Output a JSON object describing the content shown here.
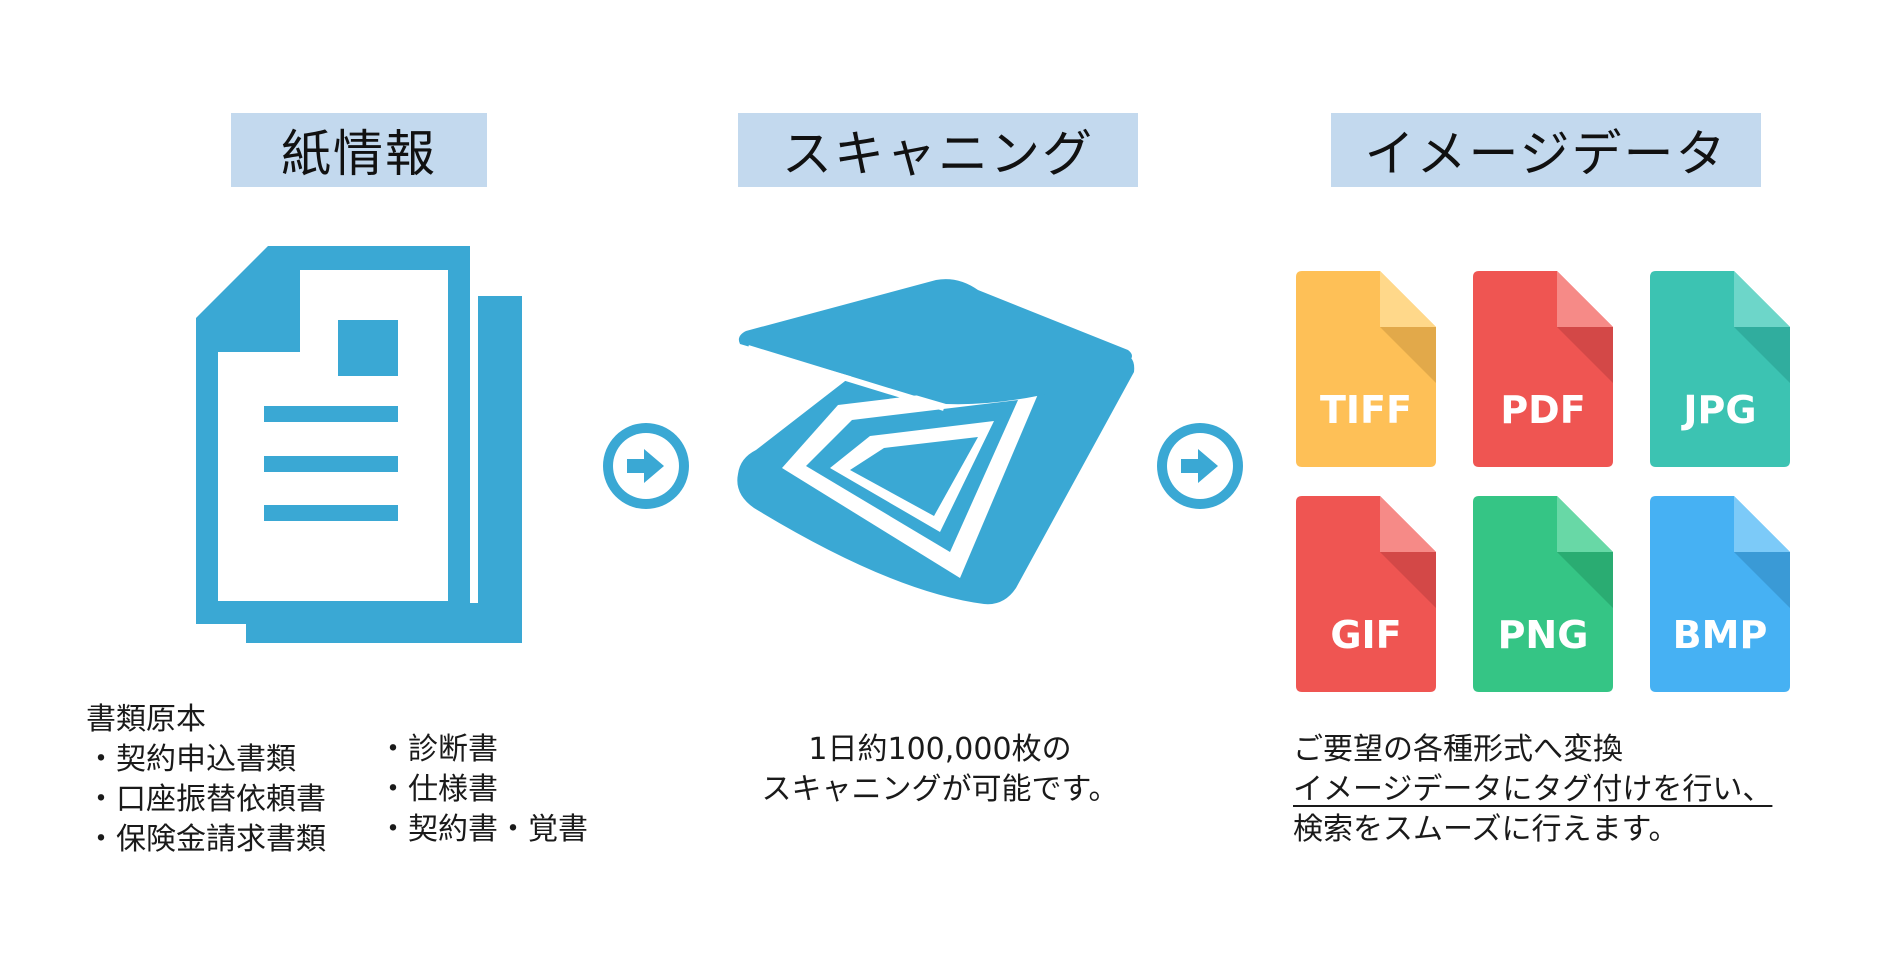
{
  "headings": {
    "paper": "紙情報",
    "scanning": "スキャニング",
    "image_data": "イメージデータ"
  },
  "paper_info": {
    "title": "書類原本",
    "items_left": [
      "・契約申込書類",
      "・口座振替依頼書",
      "・保険金請求書類"
    ],
    "items_right": [
      "・診断書",
      "・仕様書",
      "・契約書・覚書"
    ]
  },
  "scanning_info": {
    "line1": "1日約100,000枚の",
    "line2": "スキャニングが可能です。"
  },
  "image_info": {
    "line1": "ご要望の各種形式へ変換",
    "line2": "イメージデータにタグ付けを行い、",
    "line3": "検索をスムーズに行えます。"
  },
  "formats": [
    {
      "label": "TIFF",
      "color": "#fec057",
      "fold": "#ffd88a",
      "shade": "#e2a94a"
    },
    {
      "label": "PDF",
      "color": "#ef5552",
      "fold": "#f68a87",
      "shade": "#d34847"
    },
    {
      "label": "JPG",
      "color": "#3cc3b2",
      "fold": "#6dd6c9",
      "shade": "#30ad9e"
    },
    {
      "label": "GIF",
      "color": "#ef5552",
      "fold": "#f68a87",
      "shade": "#d34847"
    },
    {
      "label": "PNG",
      "color": "#35c585",
      "fold": "#68d8a6",
      "shade": "#2aac72"
    },
    {
      "label": "BMP",
      "color": "#46b1f3",
      "fold": "#7ccaf8",
      "shade": "#3a9ad6"
    }
  ],
  "colors": {
    "accent": "#3aa8d4",
    "heading_bg": "#c3d9ee"
  }
}
